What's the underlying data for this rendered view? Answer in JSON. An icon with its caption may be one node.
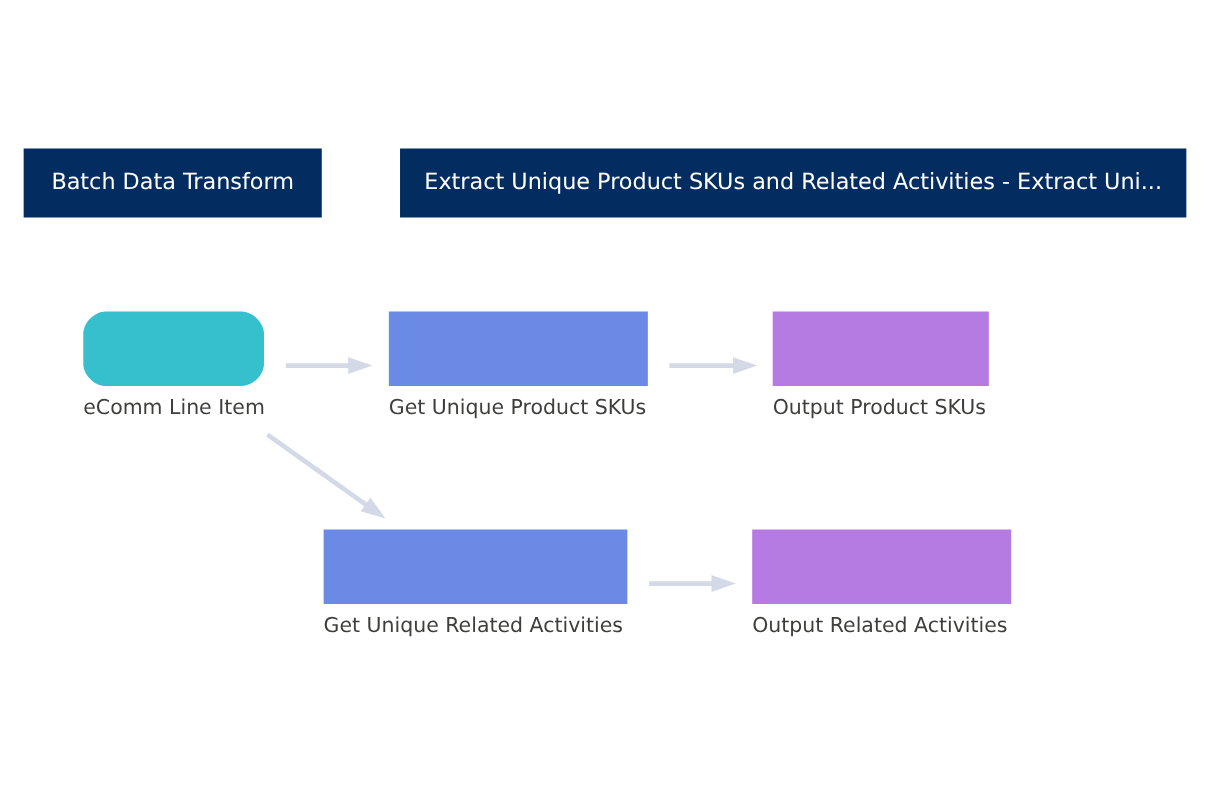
{
  "diagram": {
    "nodes": [
      {
        "text": [
          "eComm Line Item"
        ]
      },
      {
        "text": [
          "Get Unique Product SKUs"
        ]
      },
      {
        "text": [
          "Output Product SKUs"
        ]
      },
      {
        "text": [
          "Get Unique Related Activities"
        ]
      },
      {
        "text": [
          "Output Related Activities"
        ]
      }
    ],
    "edges": [
      {
        "from": 0,
        "to": 1,
        "arrow": "to"
      },
      {
        "from": 1,
        "to": 2,
        "arrow": "to"
      },
      {
        "from": 0,
        "to": 3,
        "arrow": "to"
      },
      {
        "from": 3,
        "to": 4,
        "arrow": "to"
      }
    ],
    "labels": [
      "Batch Data Transform",
      "Extract Unique Product SKUs and Related Activities - Extract Uni..."
    ]
  }
}
